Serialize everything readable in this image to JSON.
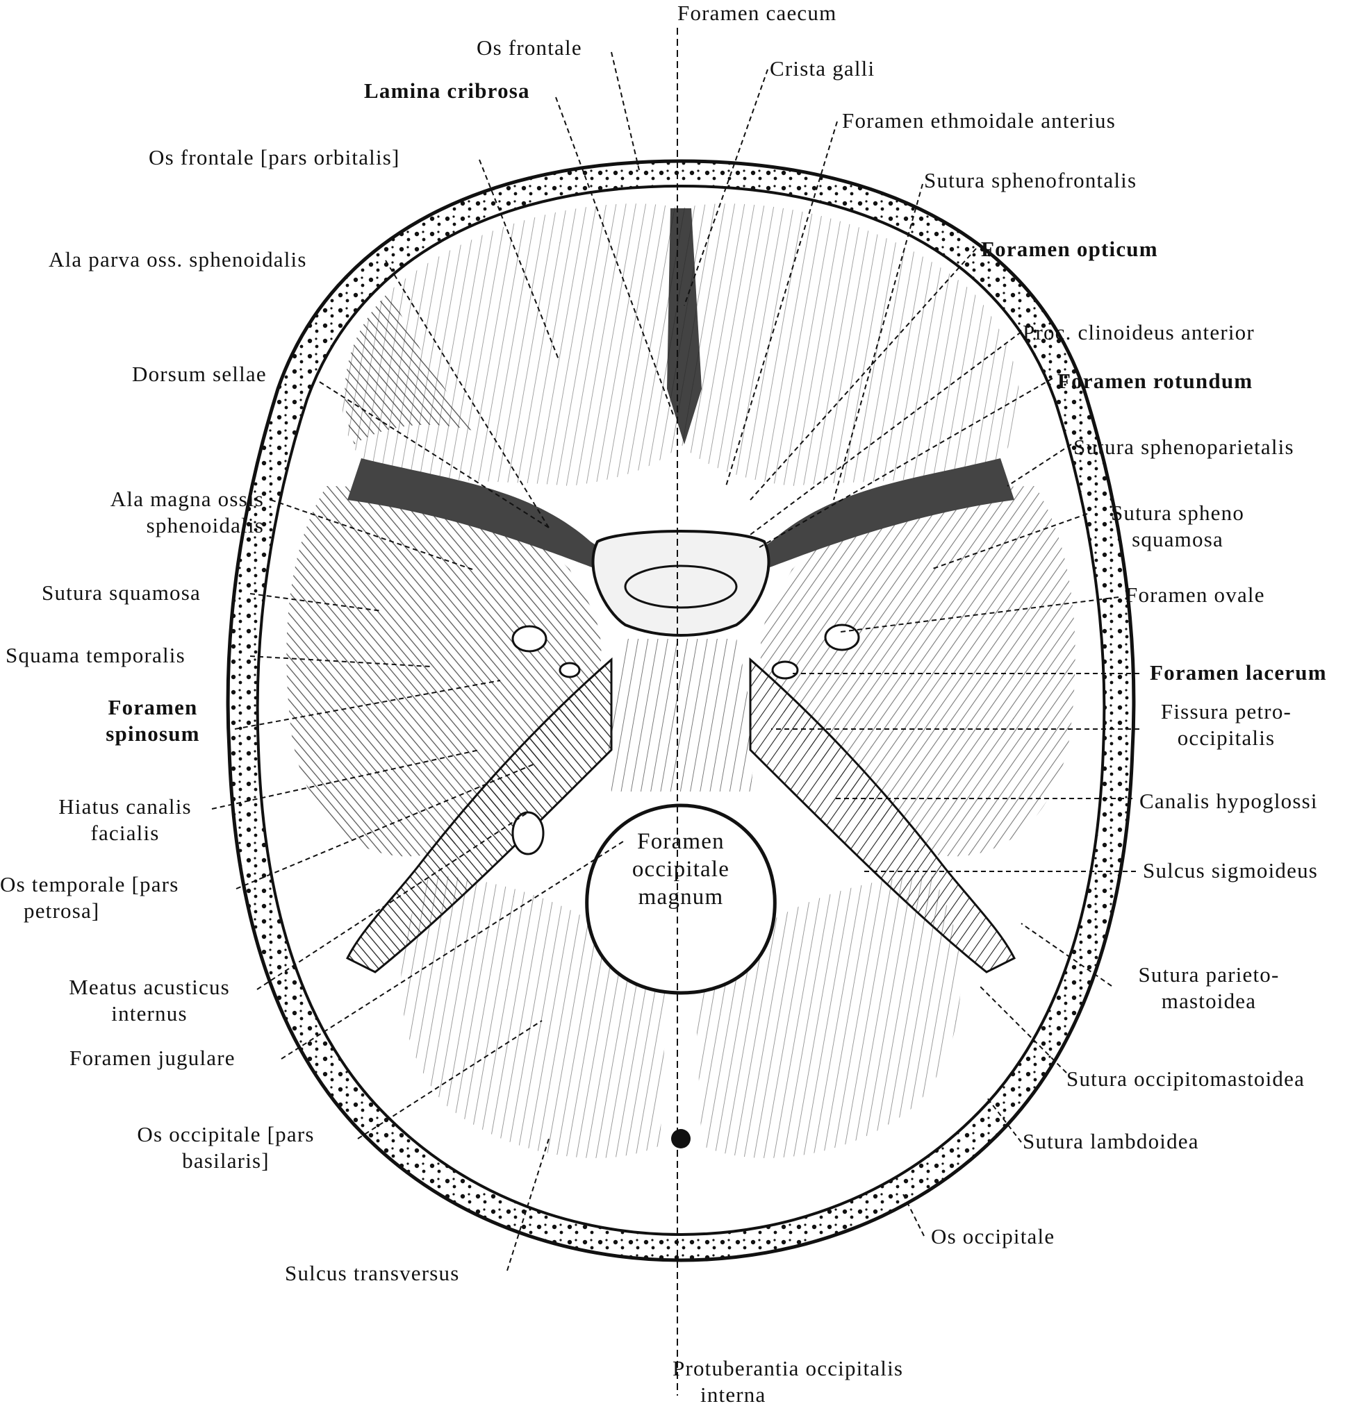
{
  "colors": {
    "ink": "#111111",
    "paper": "#ffffff",
    "bone": "#f2f2f2",
    "shade": "#5a5a5a"
  },
  "labels": {
    "foramen_caecum": "Foramen caecum",
    "os_frontale": "Os frontale",
    "crista_galli": "Crista galli",
    "lamina_cribrosa": "Lamina cribrosa",
    "foramen_ethmoidale_anterius": "Foramen ethmoidale anterius",
    "os_frontale_pars_orbitalis": "Os frontale [pars orbitalis]",
    "sutura_sphenofrontalis": "Sutura sphenofrontalis",
    "ala_parva": "Ala parva oss. sphenoidalis",
    "foramen_opticum": "Foramen opticum",
    "proc_clinoideus_anterior": "Proc. clinoideus anterior",
    "dorsum_sellae": "Dorsum sellae",
    "foramen_rotundum": "Foramen rotundum",
    "sutura_sphenoparietalis": "Sutura sphenoparietalis",
    "ala_magna_1": "Ala magna ossis",
    "ala_magna_2": "sphenoidalis",
    "sutura_spheno_1": "Sutura spheno",
    "sutura_spheno_2": "squamosa",
    "sutura_squamosa": "Sutura squamosa",
    "foramen_ovale": "Foramen ovale",
    "squama_temporalis": "Squama temporalis",
    "foramen_lacerum": "Foramen lacerum",
    "foramen_spinosum_1": "Foramen",
    "foramen_spinosum_2": "spinosum",
    "fissura_1": "Fissura petro-",
    "fissura_2": "occipitalis",
    "hiatus_1": "Hiatus canalis",
    "hiatus_2": "facialis",
    "canalis_hypoglossi": "Canalis hypoglossi",
    "foramen_magnum_1": "Foramen",
    "foramen_magnum_2": "occipitale",
    "foramen_magnum_3": "magnum",
    "os_temporale_1": "Os temporale [pars",
    "os_temporale_2": "petrosa]",
    "sulcus_sigmoideus": "Sulcus sigmoideus",
    "sutura_parieto_1": "Sutura parieto-",
    "sutura_parieto_2": "mastoidea",
    "meatus_1": "Meatus acusticus",
    "meatus_2": "internus",
    "foramen_jugulare": "Foramen jugulare",
    "sutura_occipitomastoidea": "Sutura occipitomastoidea",
    "os_occipitale_basilaris_1": "Os occipitale [pars",
    "os_occipitale_basilaris_2": "basilaris]",
    "sutura_lambdoidea": "Sutura lambdoidea",
    "os_occipitale": "Os occipitale",
    "sulcus_transversus": "Sulcus transversus",
    "protuberantia_1": "Protuberantia occipitalis",
    "protuberantia_2": "interna"
  }
}
